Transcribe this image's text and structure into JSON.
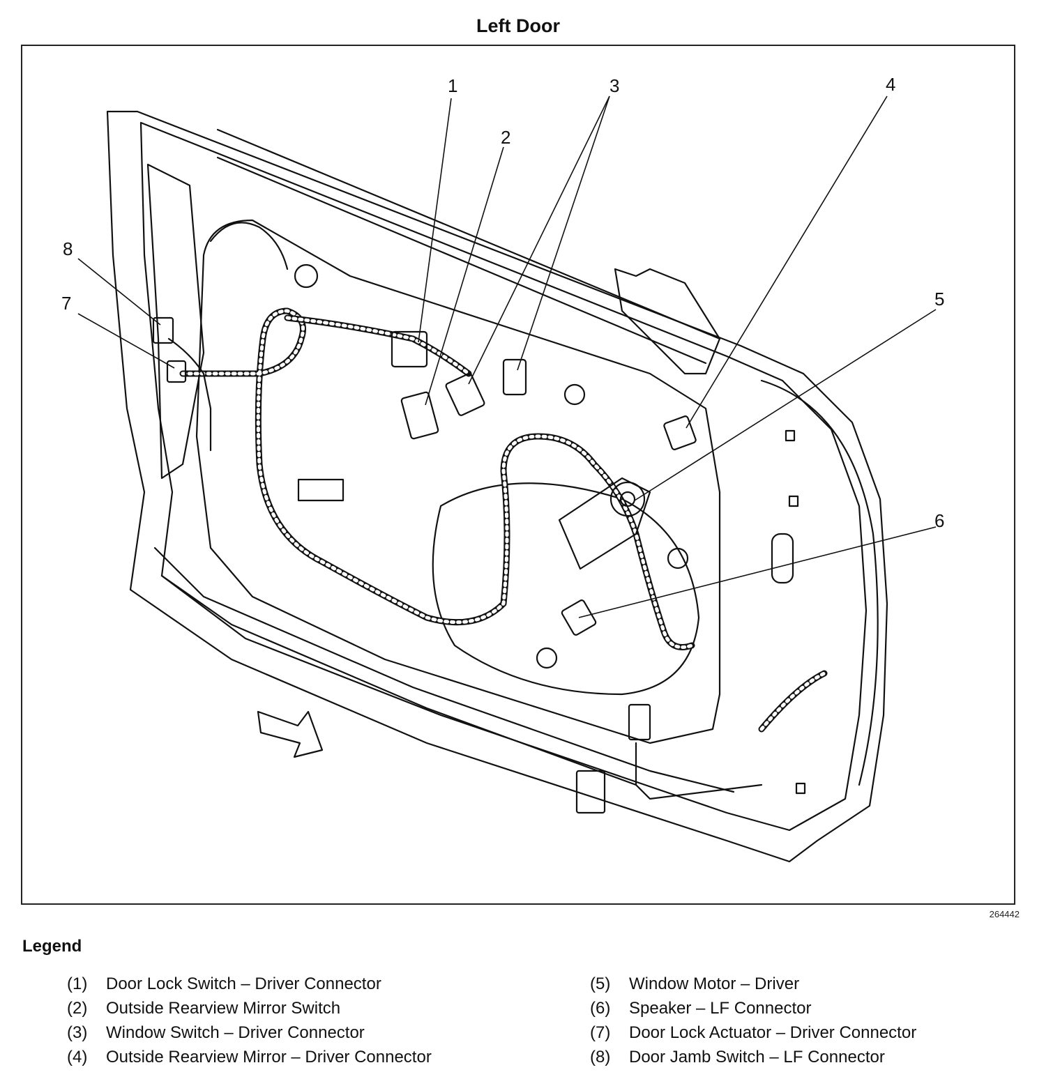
{
  "title": "Left Door",
  "figure_id": "264442",
  "callouts": [
    "1",
    "2",
    "3",
    "4",
    "5",
    "6",
    "7",
    "8"
  ],
  "legend": {
    "heading": "Legend",
    "left_items": [
      {
        "num": "(1)",
        "text": "Door Lock Switch – Driver Connector"
      },
      {
        "num": "(2)",
        "text": "Outside Rearview Mirror Switch"
      },
      {
        "num": "(3)",
        "text": "Window Switch – Driver Connector"
      },
      {
        "num": "(4)",
        "text": "Outside Rearview Mirror – Driver Connector"
      }
    ],
    "right_items": [
      {
        "num": "(5)",
        "text": "Window Motor – Driver"
      },
      {
        "num": "(6)",
        "text": "Speaker – LF Connector"
      },
      {
        "num": "(7)",
        "text": "Door Lock Actuator – Driver Connector"
      },
      {
        "num": "(8)",
        "text": "Door Jamb Switch – LF Connector"
      }
    ]
  }
}
